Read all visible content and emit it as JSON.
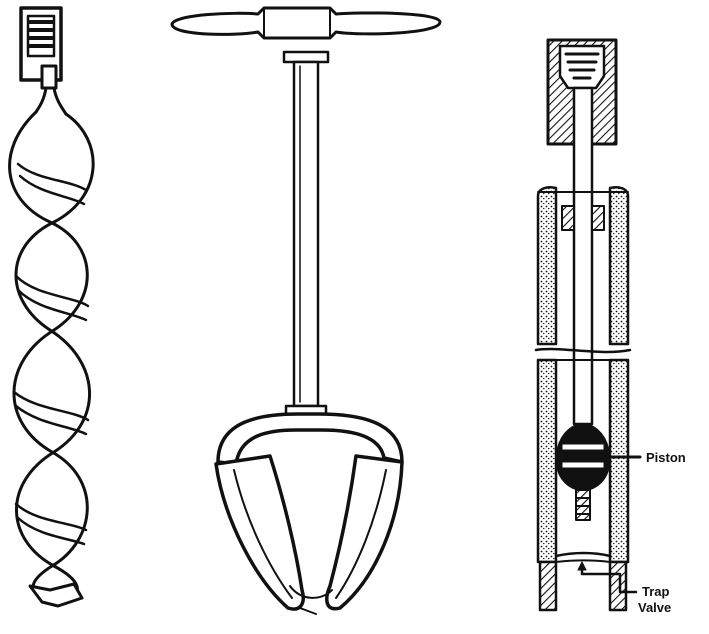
{
  "labels": {
    "piston": "Piston",
    "trap_line1": "Trap",
    "trap_line2": "Valve"
  },
  "colors": {
    "ink": "#111111",
    "paper": "#ffffff"
  }
}
